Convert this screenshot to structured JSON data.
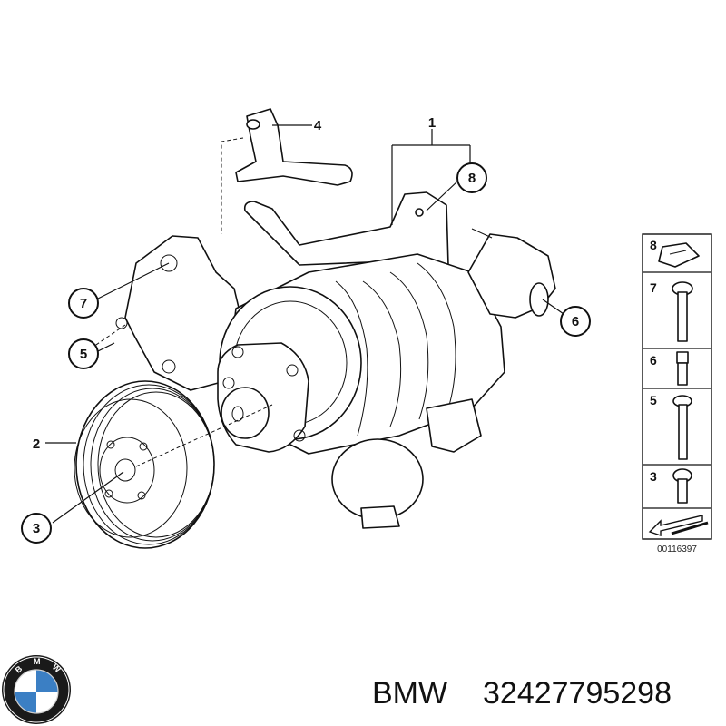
{
  "callouts": [
    {
      "label": "1"
    },
    {
      "label": "2"
    },
    {
      "label": "3"
    },
    {
      "label": "4"
    },
    {
      "label": "5"
    },
    {
      "label": "6"
    },
    {
      "label": "7"
    },
    {
      "label": "8"
    }
  ],
  "side_panel": {
    "items": [
      {
        "label": "8"
      },
      {
        "label": "7"
      },
      {
        "label": "6"
      },
      {
        "label": "5"
      },
      {
        "label": "3"
      }
    ]
  },
  "drawing_number": "00116397",
  "logo": {
    "letters": "BMW",
    "colors": {
      "blue": "#3b7fc4",
      "ring": "#1a1a1a",
      "white": "#ffffff"
    }
  },
  "footer": {
    "brand": "BMW",
    "part_number": "32427795298"
  }
}
